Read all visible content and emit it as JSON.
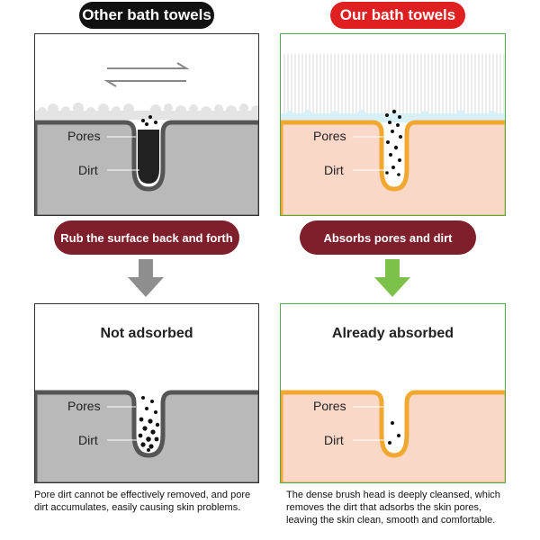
{
  "left": {
    "header": "Other bath towels",
    "action": "Rub the surface back and forth",
    "result_title": "Not adsorbed",
    "pores_label": "Pores",
    "dirt_label": "Dirt",
    "caption": "Pore dirt cannot be effectively removed, and pore dirt accumulates, easily causing skin problems.",
    "colors": {
      "header_bg": "#111111",
      "border": "#333333",
      "skin": "#b9b9b9",
      "pore_wall": "#555555",
      "arrow": "#8e8e8e"
    }
  },
  "right": {
    "header": "Our bath towels",
    "action": "Absorbs pores and dirt",
    "result_title": "Already absorbed",
    "pores_label": "Pores",
    "dirt_label": "Dirt",
    "caption": "The dense brush head is deeply cleansed, which removes the dirt that adsorbs the skin pores, leaving the skin clean, smooth and comfortable.",
    "colors": {
      "header_bg": "#e02020",
      "border": "#4caf50",
      "skin": "#fad8c8",
      "pore_wall": "#f0a830",
      "arrow": "#7cc24a"
    }
  },
  "action_pill_color": "#7e1f2b"
}
